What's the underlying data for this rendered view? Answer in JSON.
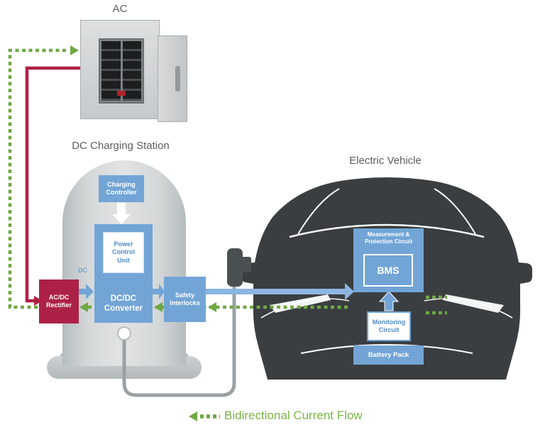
{
  "colors": {
    "box_blue": "#72a5d6",
    "arrow_blue_light": "#8cb6e0",
    "rectifier_red": "#ae2146",
    "flow_green": "#6fa843",
    "car_body": "#3a3e41",
    "label_gray": "#5a5e61"
  },
  "labels": {
    "ac": "AC",
    "dc_charging_station": "DC Charging Station",
    "electric_vehicle": "Electric Vehicle",
    "dc_line": "DC"
  },
  "charging_station": {
    "charging_controller": "Charging Controller",
    "power_control_unit": "Power Control Unit",
    "dcdc_converter": "DC/DC Converter",
    "safety_interlocks": "Safety Interlocks",
    "acdc_rectifier": "AC/DC Rectifier"
  },
  "vehicle": {
    "measurement_protection_circuit": "Measurement & Protection Circuit",
    "bms": "BMS",
    "monitoring_circuit": "Monitoring Circuit",
    "battery_pack": "Battery Pack"
  },
  "legend": {
    "bidirectional_current_flow": "Bidirectional Current Flow"
  }
}
